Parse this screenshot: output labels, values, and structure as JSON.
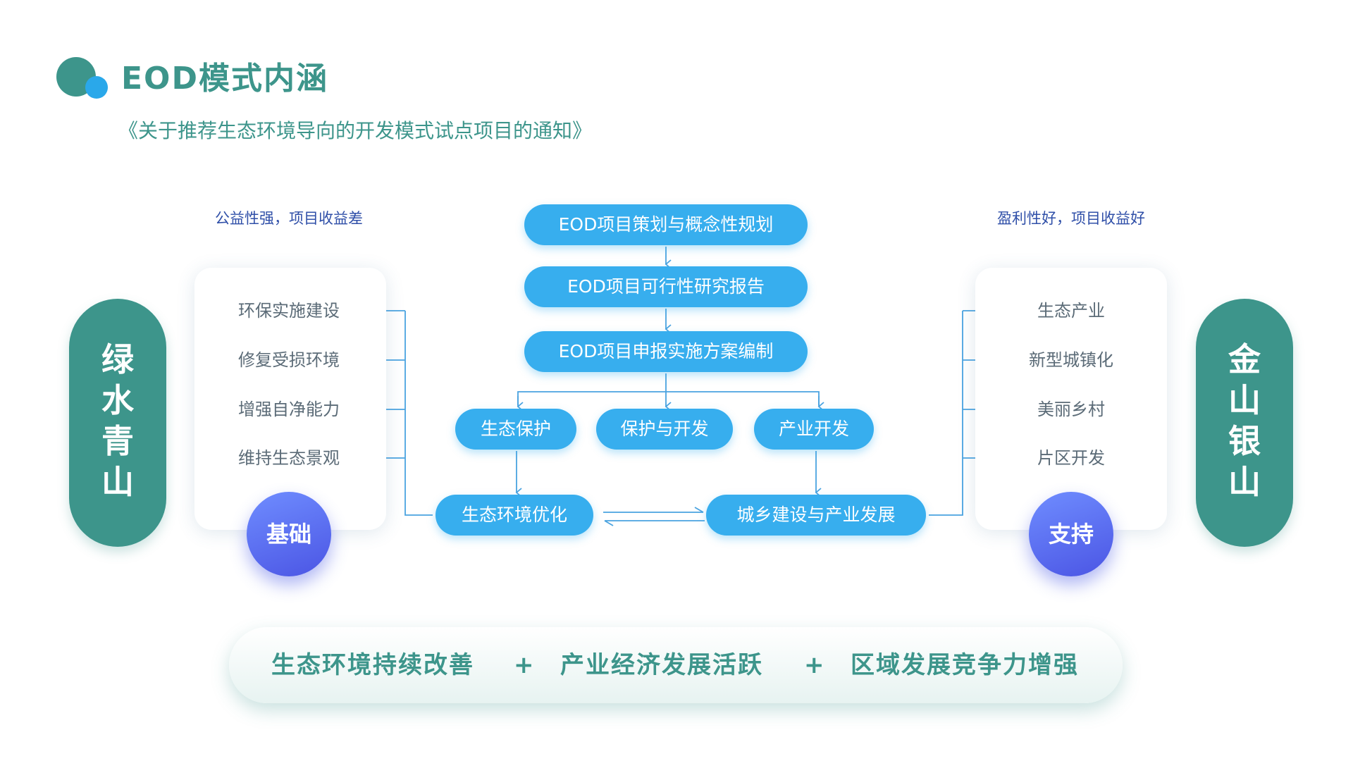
{
  "header": {
    "title": "EOD模式内涵",
    "subtitle": "《关于推荐生态环境导向的开发模式试点项目的通知》"
  },
  "left": {
    "caption": "公益性强，项目收益差",
    "pill_chars": [
      "绿",
      "水",
      "青",
      "山"
    ],
    "items": [
      "环保实施建设",
      "修复受损环境",
      "增强自净能力",
      "维持生态景观"
    ],
    "badge": "基础"
  },
  "right": {
    "caption": "盈利性好，项目收益好",
    "pill_chars": [
      "金",
      "山",
      "银",
      "山"
    ],
    "items": [
      "生态产业",
      "新型城镇化",
      "美丽乡村",
      "片区开发"
    ],
    "badge": "支持"
  },
  "flow": {
    "step1": "EOD项目策划与概念性规划",
    "step2": "EOD项目可行性研究报告",
    "step3": "EOD项目申报实施方案编制",
    "branch_left": "生态保护",
    "branch_middle": "保护与开发",
    "branch_right": "产业开发",
    "result_left": "生态环境优化",
    "result_right": "城乡建设与产业发展"
  },
  "bottom": {
    "item1": "生态环境持续改善",
    "plus1": "+",
    "item2": "产业经济发展活跃",
    "plus2": "+",
    "item3": "区域发展竞争力增强"
  },
  "colors": {
    "teal": "#3d958b",
    "blue_pill": "#37aeee",
    "connector": "#4aa3e0",
    "caption": "#2f4fa8",
    "badge": "#5b63ea"
  }
}
